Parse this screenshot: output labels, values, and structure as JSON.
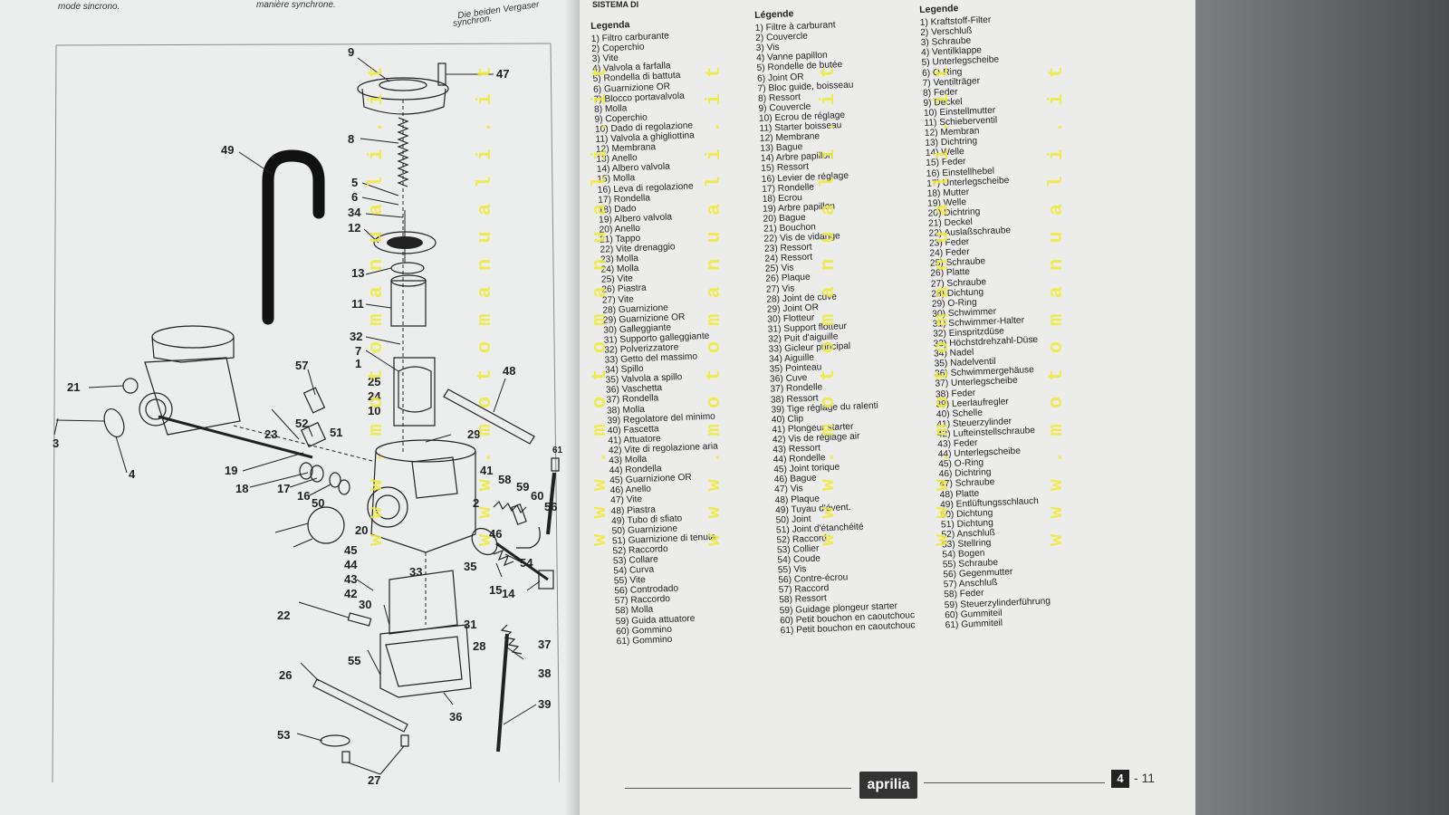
{
  "left_page": {
    "top_fragments": [
      "mode sincrono.",
      "manière synchrone.",
      "Die beiden Vergaser",
      "synchron."
    ],
    "callouts": [
      "9",
      "47",
      "49",
      "8",
      "5",
      "6",
      "34",
      "12",
      "13",
      "11",
      "32",
      "7",
      "21",
      "57",
      "1",
      "25",
      "24",
      "48",
      "10",
      "51",
      "52",
      "3",
      "4",
      "23",
      "19",
      "18",
      "17",
      "16",
      "50",
      "29",
      "41",
      "58",
      "59",
      "60",
      "56",
      "61",
      "2",
      "20",
      "45",
      "44",
      "43",
      "42",
      "46",
      "35",
      "15",
      "33",
      "14",
      "54",
      "30",
      "31",
      "22",
      "55",
      "28",
      "26",
      "37",
      "38",
      "36",
      "39",
      "53",
      "27"
    ]
  },
  "right_page": {
    "header_fragment": "SISTEMA DI",
    "legend_it": {
      "heading": "Legenda",
      "items": [
        "1) Filtro carburante",
        "2) Coperchio",
        "3) Vite",
        "4) Valvola a farfalla",
        "5) Rondella di battuta",
        "6) Guarnizione OR",
        "7) Blocco portavalvola",
        "8) Molla",
        "9) Coperchio",
        "10) Dado di regolazione",
        "11) Valvola a ghigliottina",
        "12) Membrana",
        "13) Anello",
        "14) Albero valvola",
        "15) Molla",
        "16) Leva di regolazione",
        "17) Rondella",
        "18) Dado",
        "19) Albero valvola",
        "20) Anello",
        "21) Tappo",
        "22) Vite drenaggio",
        "23) Molla",
        "24) Molla",
        "25) Vite",
        "26) Piastra",
        "27) Vite",
        "28) Guarnizione",
        "29) Guarnizione OR",
        "30) Galleggiante",
        "31) Supporto galleggiante",
        "32) Polverizzatore",
        "33) Getto del massimo",
        "34) Spillo",
        "35) Valvola a spillo",
        "36) Vaschetta",
        "37) Rondella",
        "38) Molla",
        "39) Regolatore del minimo",
        "40) Fascetta",
        "41) Attuatore",
        "42) Vite di regolazione aria",
        "43) Molla",
        "44) Rondella",
        "45) Guarnizione OR",
        "46) Anello",
        "47) Vite",
        "48) Piastra",
        "49) Tubo di sfiato",
        "50) Guarnizione",
        "51) Guarnizione di tenuta",
        "52) Raccordo",
        "53) Collare",
        "54) Curva",
        "55) Vite",
        "56) Controdado",
        "57) Raccordo",
        "58) Molla",
        "59) Guida attuatore",
        "60) Gommino",
        "61) Gommino"
      ]
    },
    "legend_fr": {
      "heading": "Légende",
      "items": [
        "1) Filtre à carburant",
        "2) Couvercle",
        "3) Vis",
        "4) Vanne papillon",
        "5) Rondelle de butée",
        "6) Joint OR",
        "7) Bloc guide, boisseau",
        "8) Ressort",
        "9) Couvercle",
        "10) Ecrou de réglage",
        "11) Starter boisseau",
        "12) Membrane",
        "13) Bague",
        "14) Arbre papillon",
        "15) Ressort",
        "16) Levier de réglage",
        "17) Rondelle",
        "18) Ecrou",
        "19) Arbre papillon",
        "20) Bague",
        "21) Bouchon",
        "22) Vis de vidange",
        "23) Ressort",
        "24) Ressort",
        "25) Vis",
        "26) Plaque",
        "27) Vis",
        "28) Joint de cuve",
        "29) Joint OR",
        "30) Flotteur",
        "31) Support flotteur",
        "32) Puit d'aiguille",
        "33) Gicleur principal",
        "34) Aiguille",
        "35) Pointeau",
        "36) Cuve",
        "37) Rondelle",
        "38) Ressort",
        "39) Tige réglage du ralenti",
        "40) Clip",
        "41) Plongeur starter",
        "42) Vis de réglage air",
        "43) Ressort",
        "44) Rondelle",
        "45) Joint torique",
        "46) Bague",
        "47) Vis",
        "48) Plaque",
        "49) Tuyau d'évent.",
        "50) Joint",
        "51) Joint d'étanchéité",
        "52) Raccord",
        "53) Collier",
        "54) Coude",
        "55) Vis",
        "56) Contre-écrou",
        "57) Raccord",
        "58) Ressort",
        "59) Guidage plongeur starter",
        "60) Petit bouchon en caoutchouc",
        "61) Petit bouchon en caoutchouc"
      ]
    },
    "legend_de": {
      "heading": "Legende",
      "items": [
        "1) Kraftstoff-Filter",
        "2) Verschluß",
        "3) Schraube",
        "4) Ventilklappe",
        "5) Unterlegscheibe",
        "6) O-Ring",
        "7) Ventilträger",
        "8) Feder",
        "9) Deckel",
        "10) Einstellmutter",
        "11) Schieberventil",
        "12) Membran",
        "13) Dichtring",
        "14) Welle",
        "15) Feder",
        "16) Einstellhebel",
        "17) Unterlegscheibe",
        "18) Mutter",
        "19) Welle",
        "20) Dichtring",
        "21) Deckel",
        "22) Auslaßschraube",
        "23) Feder",
        "24) Feder",
        "25) Schraube",
        "26) Platte",
        "27) Schraube",
        "28) Dichtung",
        "29) O-Ring",
        "30) Schwimmer",
        "31) Schwimmer-Halter",
        "32) Einspritzdüse",
        "33) Höchstdrehzahl-Düse",
        "34) Nadel",
        "35) Nadelventil",
        "36) Schwimmergehäuse",
        "37) Unterlegscheibe",
        "38) Feder",
        "39) Leerlaufregler",
        "40) Schelle",
        "41) Steuerzylinder",
        "42) Lufteinstellschraube",
        "43) Feder",
        "44) Unterlegscheibe",
        "45) O-Ring",
        "46) Dichtring",
        "47) Schraube",
        "48) Platte",
        "49) Entlüftungsschlauch",
        "50) Dichtung",
        "51) Dichtung",
        "52) Anschluß",
        "53) Stellring",
        "54) Bogen",
        "55) Schraube",
        "56) Gegenmutter",
        "57) Anschluß",
        "58) Feder",
        "59) Steuerzylinderführung",
        "60) Gummiteil",
        "61) Gummiteil"
      ]
    }
  },
  "watermark": "w w w . m o t o m a n u a l i . i t",
  "footer": {
    "brand": "aprilia",
    "chapter": "4",
    "page": "- 11"
  }
}
